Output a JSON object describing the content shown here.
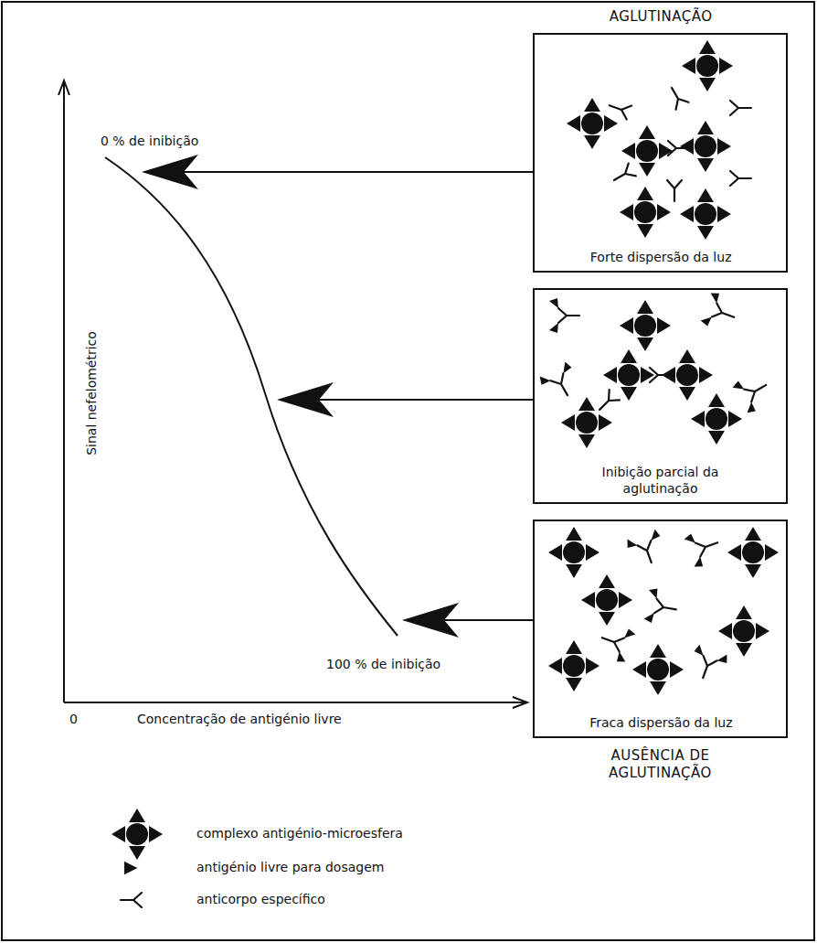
{
  "diagram": {
    "nodes": [
      {
        "text": [
          "AGLUTINAÇÃO",
          "Forte dispersão da luz"
        ]
      },
      {
        "text": [
          "Inibição parcial da aglutinação"
        ]
      },
      {
        "text": [
          "Fraca dispersão da luz",
          "AUSÊNCIA DE AGLUTINAÇÃO"
        ]
      }
    ],
    "labels": [
      "0 % de inibição",
      "100 % de inibição",
      "Sinal nefelométrico",
      "0",
      "Concentração de antigénio livre"
    ],
    "legend": [
      {
        "text": "complexo antigénio-microesfera"
      },
      {
        "text": "antigénio livre para dosagem"
      },
      {
        "text": "anticorpo específico"
      }
    ]
  }
}
